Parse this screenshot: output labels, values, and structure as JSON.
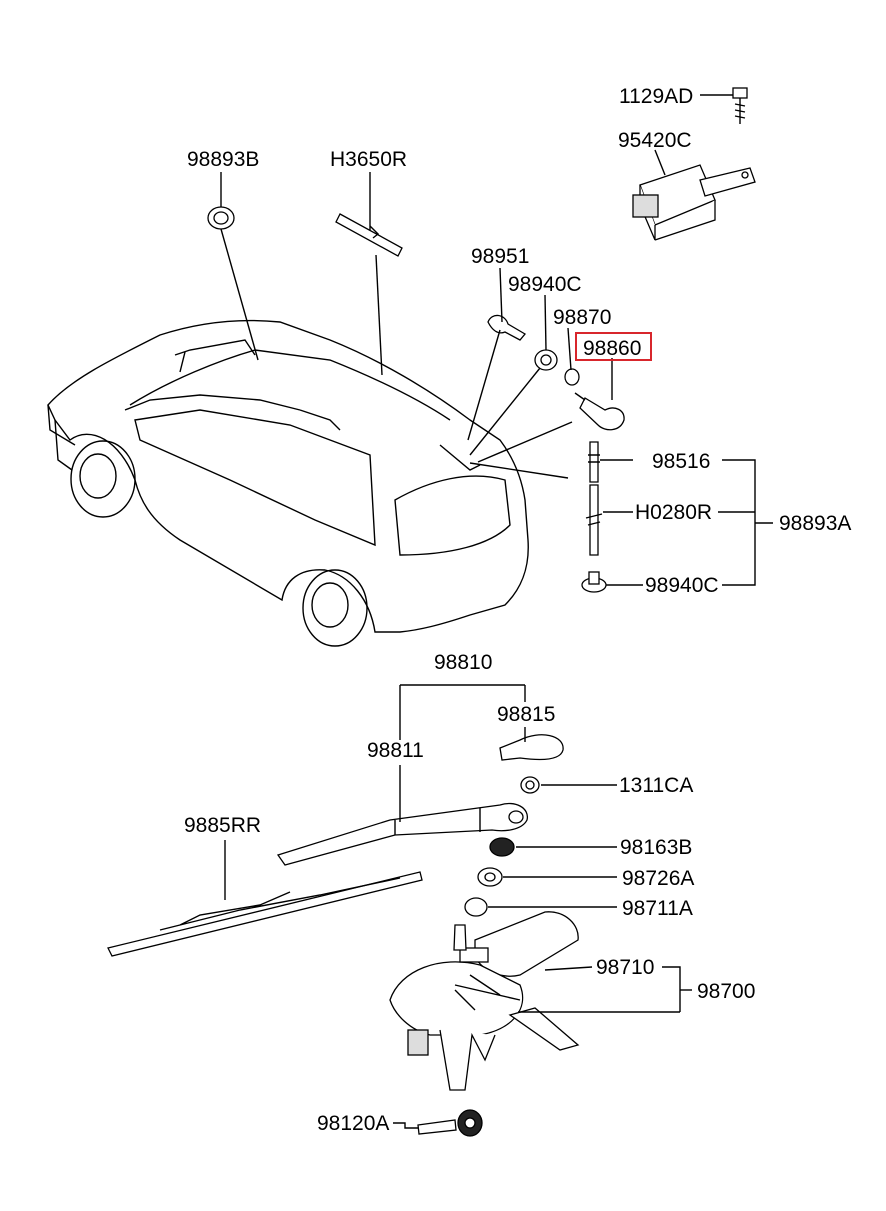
{
  "highlight_color": "#d8262c",
  "highlighted_part": "98860",
  "labels": {
    "p1129AD": "1129AD",
    "p95420C": "95420C",
    "p98893B": "98893B",
    "pH3650R": "H3650R",
    "p98951": "98951",
    "p98940C_top": "98940C",
    "p98870": "98870",
    "p98860": "98860",
    "p98516": "98516",
    "pH0280R": "H0280R",
    "p98893A": "98893A",
    "p98940C_bot": "98940C",
    "p98810": "98810",
    "p98815": "98815",
    "p98811": "98811",
    "p1311CA": "1311CA",
    "p9885RR": "9885RR",
    "p98163B": "98163B",
    "p98726A": "98726A",
    "p98711A": "98711A",
    "p98710": "98710",
    "p98700": "98700",
    "p98120A": "98120A"
  }
}
